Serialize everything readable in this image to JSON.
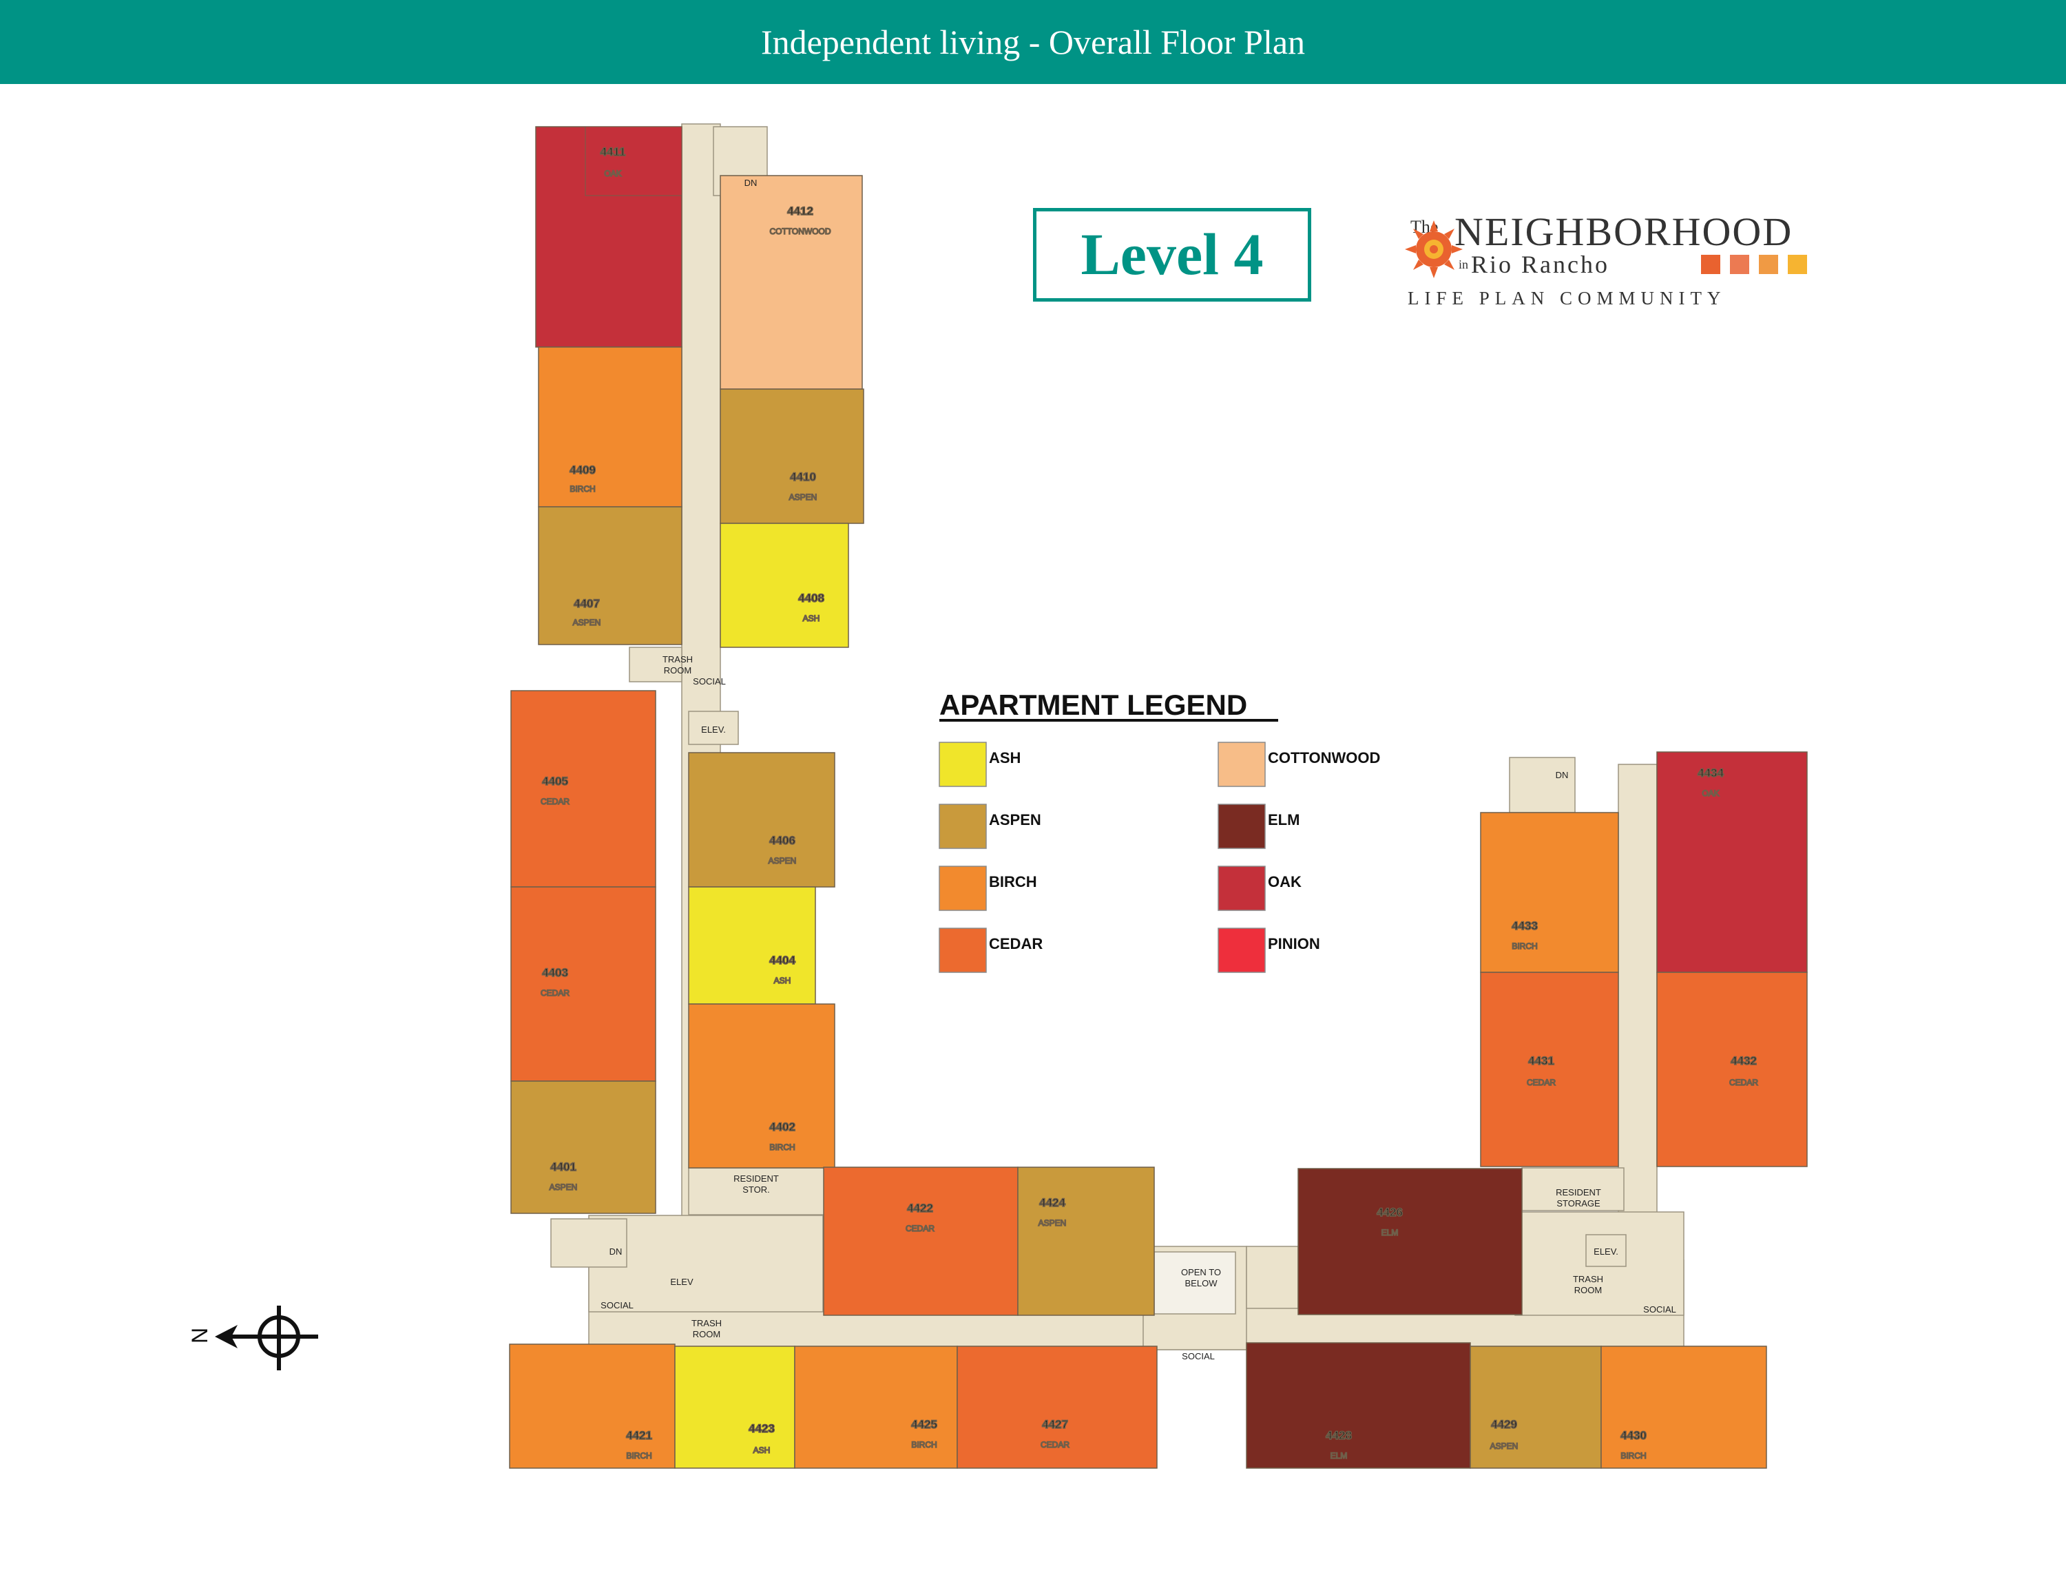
{
  "header": {
    "title": "Independent living - Overall Floor Plan"
  },
  "level": {
    "label": "Level 4"
  },
  "logo": {
    "the": "The",
    "name": "NEIGHBORHOOD",
    "in": "in",
    "place": "Rio Rancho",
    "tagline": "LIFE PLAN COMMUNITY"
  },
  "legend": {
    "title": "APARTMENT LEGEND",
    "items": [
      {
        "label": "ASH",
        "color": "#f0e52a"
      },
      {
        "label": "ASPEN",
        "color": "#c99a3c"
      },
      {
        "label": "BIRCH",
        "color": "#f28a2e"
      },
      {
        "label": "CEDAR",
        "color": "#ec6a2f"
      },
      {
        "label": "COTTONWOOD",
        "color": "#f7bd88"
      },
      {
        "label": "ELM",
        "color": "#7a2b22"
      },
      {
        "label": "OAK",
        "color": "#c4303a"
      },
      {
        "label": "PINION",
        "color": "#ee2f3c"
      }
    ]
  },
  "units": [
    {
      "number": "4411",
      "type": "OAK"
    },
    {
      "number": "4412",
      "type": "COTTONWOOD"
    },
    {
      "number": "4409",
      "type": "BIRCH"
    },
    {
      "number": "4410",
      "type": "ASPEN"
    },
    {
      "number": "4407",
      "type": "ASPEN"
    },
    {
      "number": "4408",
      "type": "ASH"
    },
    {
      "number": "4405",
      "type": "CEDAR"
    },
    {
      "number": "4406",
      "type": "ASPEN"
    },
    {
      "number": "4403",
      "type": "CEDAR"
    },
    {
      "number": "4404",
      "type": "ASH"
    },
    {
      "number": "4401",
      "type": "ASPEN"
    },
    {
      "number": "4402",
      "type": "BIRCH"
    },
    {
      "number": "4422",
      "type": "CEDAR"
    },
    {
      "number": "4424",
      "type": "ASPEN"
    },
    {
      "number": "4426",
      "type": "ELM"
    },
    {
      "number": "4421",
      "type": "BIRCH"
    },
    {
      "number": "4423",
      "type": "ASH"
    },
    {
      "number": "4425",
      "type": "BIRCH"
    },
    {
      "number": "4427",
      "type": "CEDAR"
    },
    {
      "number": "4428",
      "type": "ELM"
    },
    {
      "number": "4429",
      "type": "ASPEN"
    },
    {
      "number": "4430",
      "type": "BIRCH"
    },
    {
      "number": "4434",
      "type": "OAK"
    },
    {
      "number": "4433",
      "type": "BIRCH"
    },
    {
      "number": "4431",
      "type": "CEDAR"
    },
    {
      "number": "4432",
      "type": "CEDAR"
    }
  ],
  "labels": {
    "dn": "DN",
    "trash_room_1": "TRASH",
    "trash_room_2": "ROOM",
    "social": "SOCIAL",
    "elev_short": "ELEV.",
    "elev": "ELEV",
    "resident": "RESIDENT",
    "stor": "STOR.",
    "storage": "STORAGE",
    "open_to": "OPEN TO",
    "below": "BELOW"
  },
  "compass": {
    "letter": "N"
  }
}
